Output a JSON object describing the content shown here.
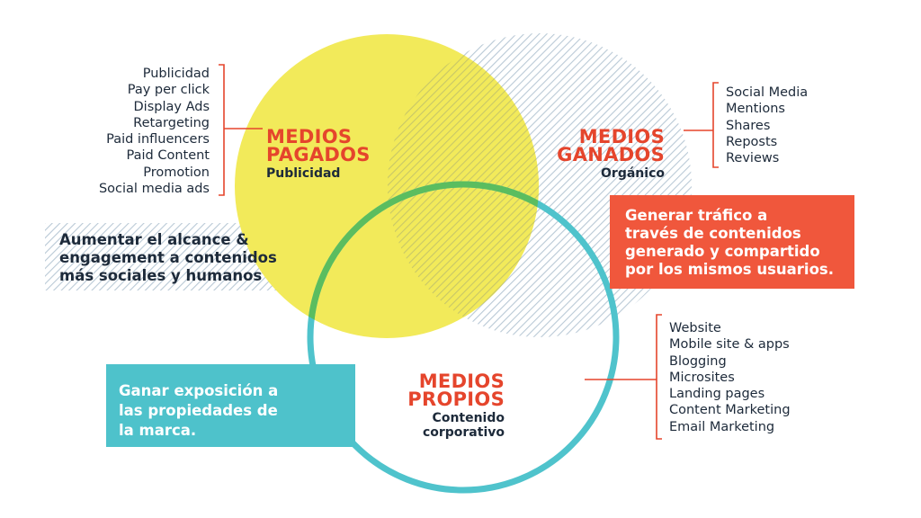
{
  "paid": {
    "title1": "MEDIOS",
    "title2": "PAGADOS",
    "subtitle": "Publicidad",
    "items": [
      "Publicidad",
      "Pay per click",
      "Display Ads",
      "Retargeting",
      "Paid influencers",
      "Paid Content",
      "Promotion",
      "Social media ads"
    ]
  },
  "earned": {
    "title1": "MEDIOS",
    "title2": "GANADOS",
    "subtitle": "Orgánico",
    "items": [
      "Social Media",
      "Mentions",
      "Shares",
      "Reposts",
      "Reviews"
    ]
  },
  "owned": {
    "title1": "MEDIOS",
    "title2": "PROPIOS",
    "subtitle1": "Contenido",
    "subtitle2": "corporativo",
    "items": [
      "Website",
      "Mobile site & apps",
      "Blogging",
      "Microsites",
      "Landing pages",
      "Content Marketing",
      "Email Marketing"
    ]
  },
  "boxes": {
    "left": [
      "Aumentar el alcance &",
      "engagement a contenidos",
      "más sociales y humanos"
    ],
    "red": [
      "Generar tráfico a",
      "través de contenidos",
      "generado y compartido",
      "por los mismos usuarios."
    ],
    "teal": [
      "Ganar exposición a",
      "las propiedades de",
      "la marca."
    ]
  },
  "colors": {
    "yellow": "#f2ea5a",
    "red": "#e5452c",
    "teal": "#4fc3cc",
    "navy": "#1d2a3a",
    "green": "#5bbd5f"
  }
}
